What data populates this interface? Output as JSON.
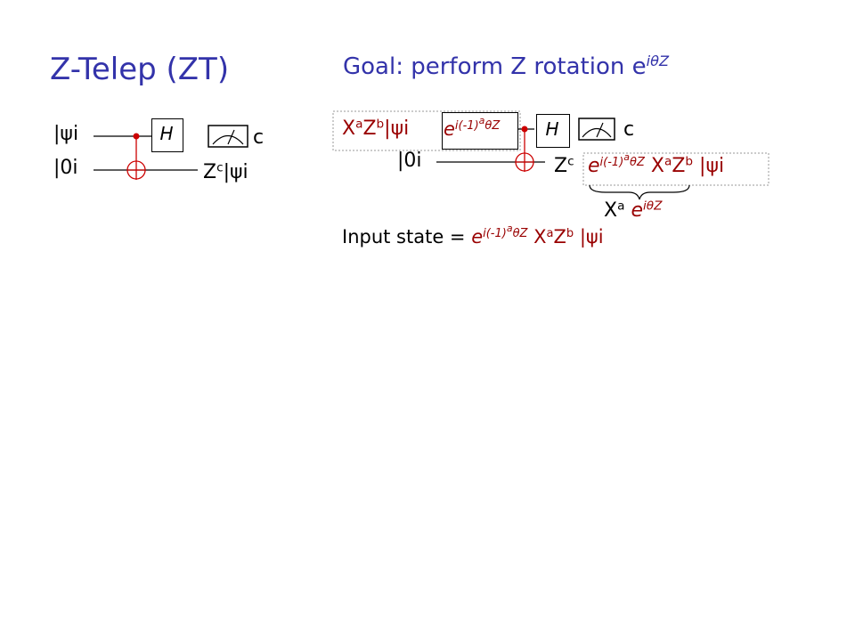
{
  "title": "Z-Telep (ZT)",
  "goal": {
    "text": "Goal: perform Z rotation e",
    "exp": "iθZ"
  },
  "left_circuit": {
    "in_top_bar": "|",
    "in_top_psi": "ψ",
    "in_top_ket": "i",
    "in_bottom": "|0i",
    "gate": "H",
    "meas_out": "c",
    "out_z": "Z",
    "out_z_sup": "c",
    "out_rest": "|ψi"
  },
  "right_circuit": {
    "in_top_x": "X",
    "in_top_x_sup": "a",
    "in_top_z": "Z",
    "in_top_z_sup": "b",
    "in_top_ket": "|ψi",
    "gate_e": "e",
    "gate_exp": "i(-1)",
    "gate_exp_a": "a",
    "gate_exp_tail": "θZ",
    "in_bottom": "|0i",
    "gate": "H",
    "meas_out": "c",
    "out_z": "Z",
    "out_z_sup": "c",
    "out_e": "e",
    "out_e_sup": "i(-1)",
    "out_e_sup_a": "a",
    "out_e_sup_tail": "θZ",
    "out_x": "X",
    "out_x_sup": "a",
    "out_zb": "Z",
    "out_zb_sup": "b",
    "out_ket": "|ψi",
    "brace_x": "X",
    "brace_x_sup": "a",
    "brace_e": "e",
    "brace_e_sup": "iθZ"
  },
  "input_state": {
    "label": "Input state = ",
    "e": "e",
    "e_sup": "i(-1)",
    "e_sup_a": "a",
    "e_sup_tail": "θZ",
    "x": "X",
    "x_sup": "a",
    "z": "Z",
    "z_sup": "b",
    "ket": "|ψi"
  },
  "colors": {
    "title": "#3333aa",
    "accent": "#990000",
    "wire": "#000000",
    "cnot": "#cc0000",
    "dashed_box": "#999999"
  }
}
